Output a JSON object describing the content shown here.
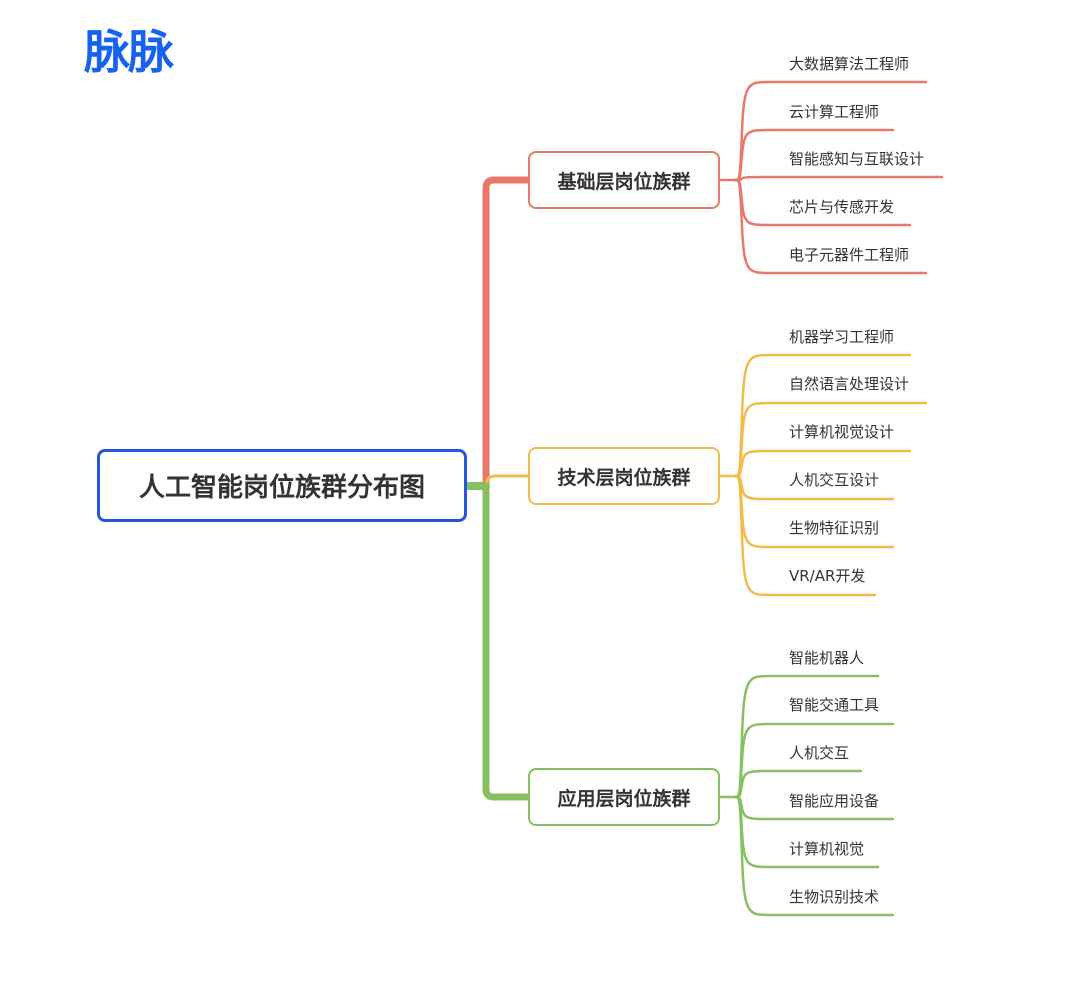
{
  "logo": "脉脉",
  "root": "人工智能岗位族群分布图",
  "branches": [
    {
      "label": "基础层岗位族群",
      "color": "#e8786a",
      "leaves": [
        "大数据算法工程师",
        "云计算工程师",
        "智能感知与互联设计",
        "芯片与传感开发",
        "电子元器件工程师"
      ]
    },
    {
      "label": "技术层岗位族群",
      "color": "#f2bb4a",
      "leaves": [
        "机器学习工程师",
        "自然语言处理设计",
        "计算机视觉设计",
        "人机交互设计",
        "生物特征识别",
        "VR/AR开发"
      ]
    },
    {
      "label": "应用层岗位族群",
      "color": "#86c060",
      "leaves": [
        "智能机器人",
        "智能交通工具",
        "人机交互",
        "智能应用设备",
        "计算机视觉",
        "生物识别技术"
      ]
    }
  ]
}
